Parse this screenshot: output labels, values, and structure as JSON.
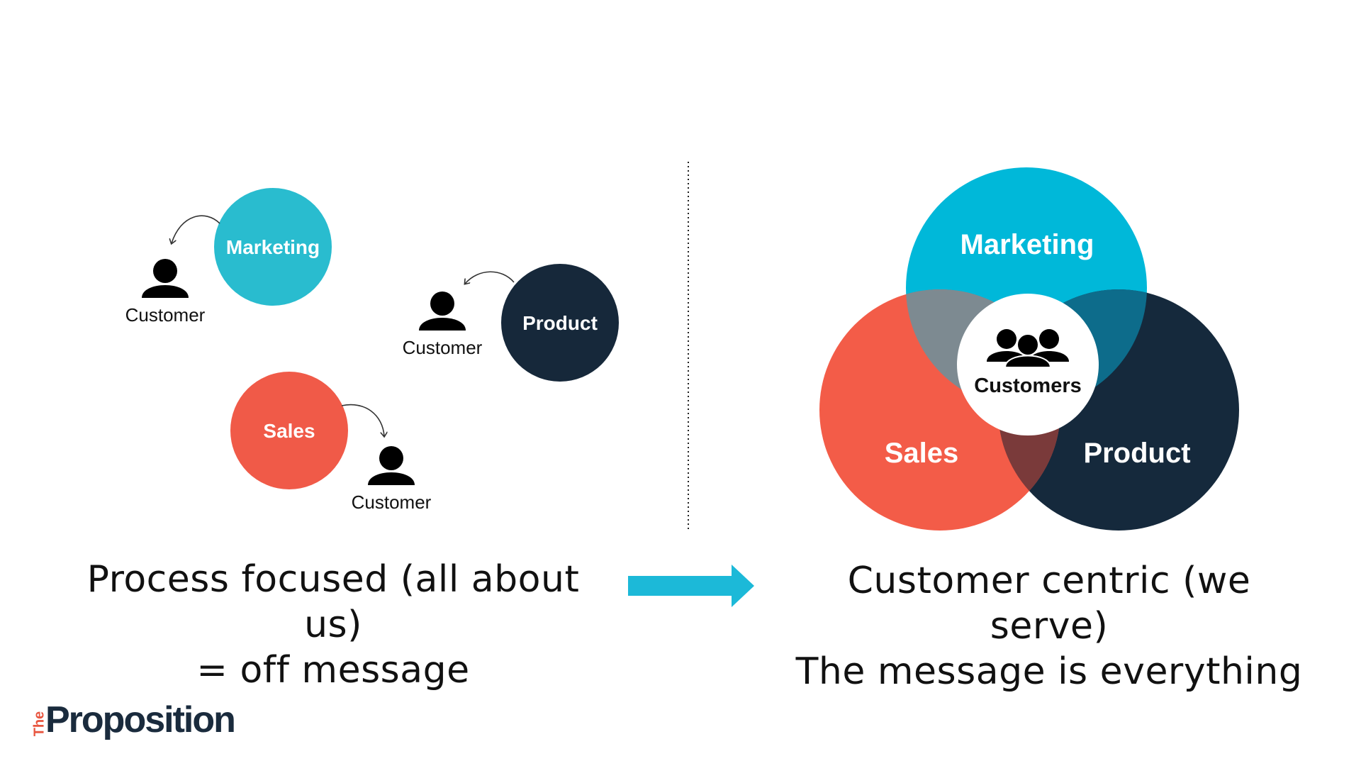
{
  "left": {
    "nodes": [
      {
        "label": "Marketing",
        "color": "#29bccf"
      },
      {
        "label": "Product",
        "color": "#16283a"
      },
      {
        "label": "Sales",
        "color": "#f05a48"
      }
    ],
    "customer_label": "Customer",
    "caption_line1": "Process focused (all about us)",
    "caption_line2": "= off message"
  },
  "arrow": {
    "color": "#1cb9d8"
  },
  "right": {
    "circles": [
      {
        "label": "Marketing",
        "color": "#00b8d9"
      },
      {
        "label": "Sales",
        "color": "#f35c48"
      },
      {
        "label": "Product",
        "color": "#15293c"
      }
    ],
    "overlaps": {
      "marketing_sales": "#7d8a91",
      "marketing_product": "#0d6c8b",
      "sales_product": "#7a3a3a"
    },
    "center_label": "Customers",
    "caption_line1": "Customer centric (we serve)",
    "caption_line2": "The message is everything"
  },
  "logo": {
    "prefix": "The",
    "word": "Proposition",
    "prefix_color": "#e8553f",
    "word_color": "#1a2b3d"
  }
}
